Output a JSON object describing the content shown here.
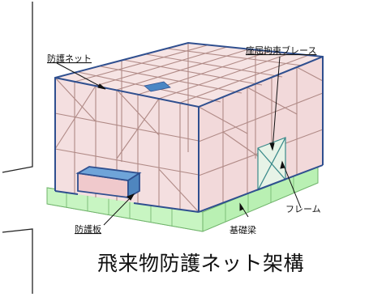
{
  "figure": {
    "caption": "飛来物防護ネット架構",
    "labels": {
      "protection_net": "防護ネット",
      "brace": "座屈拘束ブレース",
      "frame": "フレーム",
      "plate": "防護板",
      "foundation_beam": "基礎梁"
    }
  },
  "colors": {
    "net_fill": "#f2d9da",
    "frame_line": "#b08a86",
    "edge_blue": "#2f4f8f",
    "foundation": "#b9f0b3",
    "foundation_edge": "#6fb36a",
    "plate_fill": "#6fa4d9",
    "doorway": "#3a8a8a"
  }
}
